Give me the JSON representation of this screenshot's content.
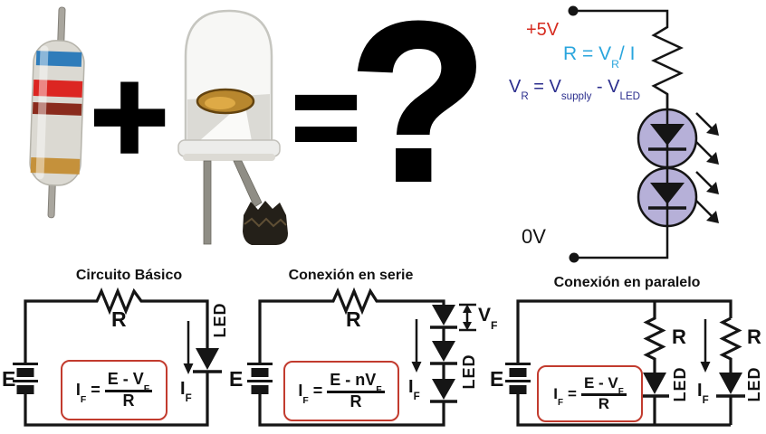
{
  "expression": {
    "plus": "+",
    "equals": "=",
    "question": "?"
  },
  "colors": {
    "supply_red": "#d62b1f",
    "formula_cyan": "#29a5dd",
    "formula_navy": "#2c2f8e",
    "formula_box_red": "#c23b2e",
    "led_symbol_fill": "#b6b0d8",
    "wire_black": "#151515"
  },
  "supply_circuit": {
    "supply_label": "+5V",
    "ground_label": "0V",
    "resistor_formula": {
      "p1": "R = V",
      "sub1": "R",
      "p2": "/ I"
    },
    "voltage_formula": {
      "p1": "V",
      "sub1": "R",
      "p2": " = V",
      "sub2": "supply",
      "p3": " - V",
      "sub3": "LED"
    }
  },
  "basic_circuit": {
    "title": "Circuito Básico",
    "resistor_label": "R",
    "led_label": "LED",
    "source_label": "E",
    "current_label": {
      "base": "I",
      "sub": "F"
    },
    "formula": {
      "lhs": "I",
      "lhs_sub": "F",
      "eq": "=",
      "num": "E - V",
      "num_sub": "F",
      "den": "R"
    }
  },
  "series_circuit": {
    "title": "Conexión en serie",
    "resistor_label": "R",
    "led_label": "LED",
    "source_label": "E",
    "vf_label": {
      "base": "V",
      "sub": "F"
    },
    "current_label": {
      "base": "I",
      "sub": "F"
    },
    "formula": {
      "lhs": "I",
      "lhs_sub": "F",
      "eq": "=",
      "num": "E - nV",
      "num_sub": "F",
      "den": "R"
    }
  },
  "parallel_circuit": {
    "title": "Conexión en paralelo",
    "resistor_label_1": "R",
    "resistor_label_2": "R",
    "led_label_1": "LED",
    "led_label_2": "LED",
    "source_label": "E",
    "current_label": {
      "base": "I",
      "sub": "F"
    },
    "formula": {
      "lhs": "I",
      "lhs_sub": "F",
      "eq": "=",
      "num": "E - V",
      "num_sub": "F",
      "den": "R"
    }
  }
}
